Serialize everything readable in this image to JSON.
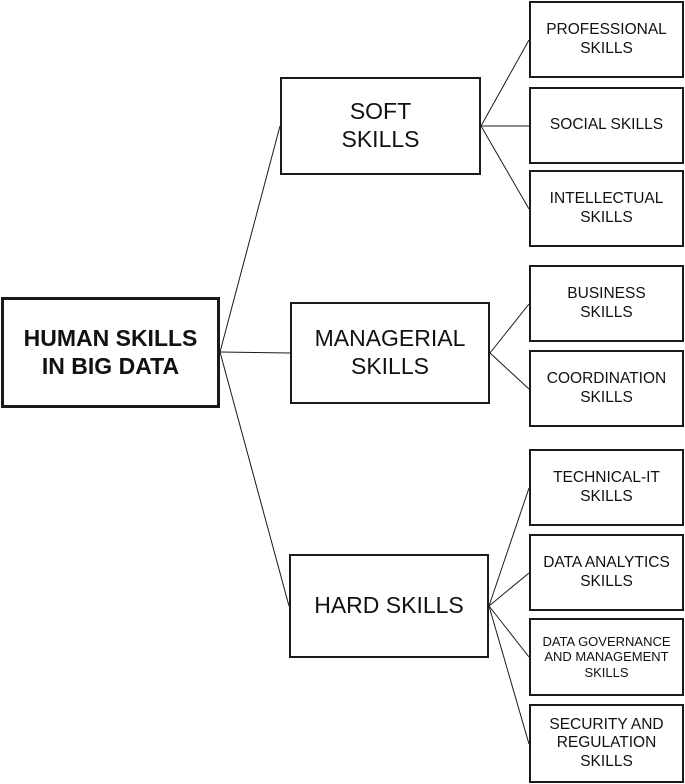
{
  "root": {
    "label": "HUMAN SKILLS\nIN BIG DATA"
  },
  "categories": [
    {
      "label": "SOFT\nSKILLS",
      "children": [
        "PROFESSIONAL\nSKILLS",
        "SOCIAL SKILLS",
        "INTELLECTUAL\nSKILLS"
      ]
    },
    {
      "label": "MANAGERIAL\nSKILLS",
      "children": [
        "BUSINESS\nSKILLS",
        "COORDINATION\nSKILLS"
      ]
    },
    {
      "label": "HARD SKILLS",
      "children": [
        "TECHNICAL-IT\nSKILLS",
        "DATA ANALYTICS\nSKILLS",
        "DATA GOVERNANCE\nAND MANAGEMENT\nSKILLS",
        "SECURITY AND\nREGULATION\nSKILLS"
      ]
    }
  ],
  "colors": {
    "line": "#1a1a1a",
    "background": "#ffffff",
    "text": "#111111"
  }
}
